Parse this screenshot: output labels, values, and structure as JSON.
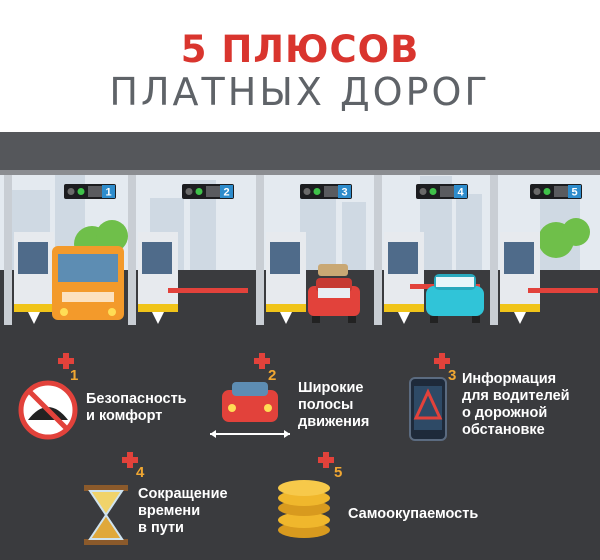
{
  "header": {
    "title": "5 ПЛЮСОВ",
    "subtitle": "ПЛАТНЫХ ДОРОГ"
  },
  "lanes": [
    "1",
    "2",
    "3",
    "4",
    "5"
  ],
  "benefits": [
    {
      "number": "1",
      "lines": [
        "Безопасность",
        "и комфорт"
      ]
    },
    {
      "number": "2",
      "lines": [
        "Широкие",
        "полосы",
        "движения"
      ]
    },
    {
      "number": "3",
      "lines": [
        "Информация",
        "для водителей",
        "о дорожной",
        "обстановке"
      ]
    },
    {
      "number": "4",
      "lines": [
        "Сокращение",
        "времени",
        "в пути"
      ]
    },
    {
      "number": "5",
      "lines": [
        "Самоокупаемость"
      ]
    }
  ],
  "colors": {
    "title_red": "#d9352e",
    "subtitle_grey": "#5f6368",
    "road": "#3a3b3e",
    "accent_orange": "#f0a732",
    "lane_blue": "#2d8ccc",
    "car_red": "#e2423b",
    "car_cyan": "#30c4d8",
    "bus_orange": "#f39a2b"
  },
  "icons": [
    "no-bumps-sign-icon",
    "red-car-icon",
    "phone-warning-icon",
    "hourglass-icon",
    "coins-icon",
    "plus-icon"
  ]
}
